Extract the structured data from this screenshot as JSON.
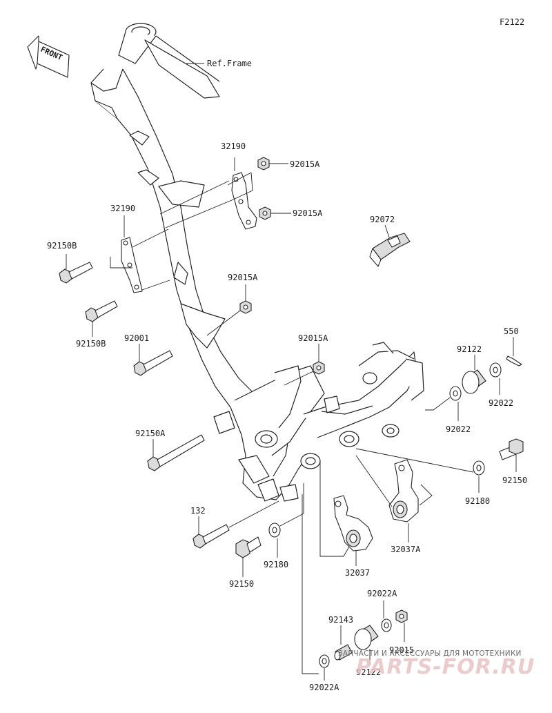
{
  "diagram_code": "F2122",
  "front_arrow": {
    "label": "FRONT"
  },
  "ref_frame_label": "Ref.Frame",
  "parts": [
    {
      "key": "32190_upper",
      "number": "32190"
    },
    {
      "key": "92015A_a",
      "number": "92015A"
    },
    {
      "key": "92015A_b",
      "number": "92015A"
    },
    {
      "key": "32190_left",
      "number": "32190"
    },
    {
      "key": "92150B_a",
      "number": "92150B"
    },
    {
      "key": "92150B_b",
      "number": "92150B"
    },
    {
      "key": "92072",
      "number": "92072"
    },
    {
      "key": "92015A_c",
      "number": "92015A"
    },
    {
      "key": "92001",
      "number": "92001"
    },
    {
      "key": "92015A_d",
      "number": "92015A"
    },
    {
      "key": "550",
      "number": "550"
    },
    {
      "key": "92122_a",
      "number": "92122"
    },
    {
      "key": "92022_a",
      "number": "92022"
    },
    {
      "key": "92022_b",
      "number": "92022"
    },
    {
      "key": "92150A",
      "number": "92150A"
    },
    {
      "key": "92150_a",
      "number": "92150"
    },
    {
      "key": "92180_a",
      "number": "92180"
    },
    {
      "key": "132",
      "number": "132"
    },
    {
      "key": "32037A",
      "number": "32037A"
    },
    {
      "key": "92150_b",
      "number": "92150"
    },
    {
      "key": "92180_b",
      "number": "92180"
    },
    {
      "key": "32037",
      "number": "32037"
    },
    {
      "key": "92022A_a",
      "number": "92022A"
    },
    {
      "key": "92143",
      "number": "92143"
    },
    {
      "key": "92015",
      "number": "92015"
    },
    {
      "key": "92122_b",
      "number": "92122"
    },
    {
      "key": "92022A_b",
      "number": "92022A"
    }
  ],
  "watermark": {
    "tagline": "ЗАПЧАСТИ И АКСЕССУАРЫ ДЛЯ МОТОТЕХНИКИ",
    "logo": "PARTS-FOR.RU"
  }
}
